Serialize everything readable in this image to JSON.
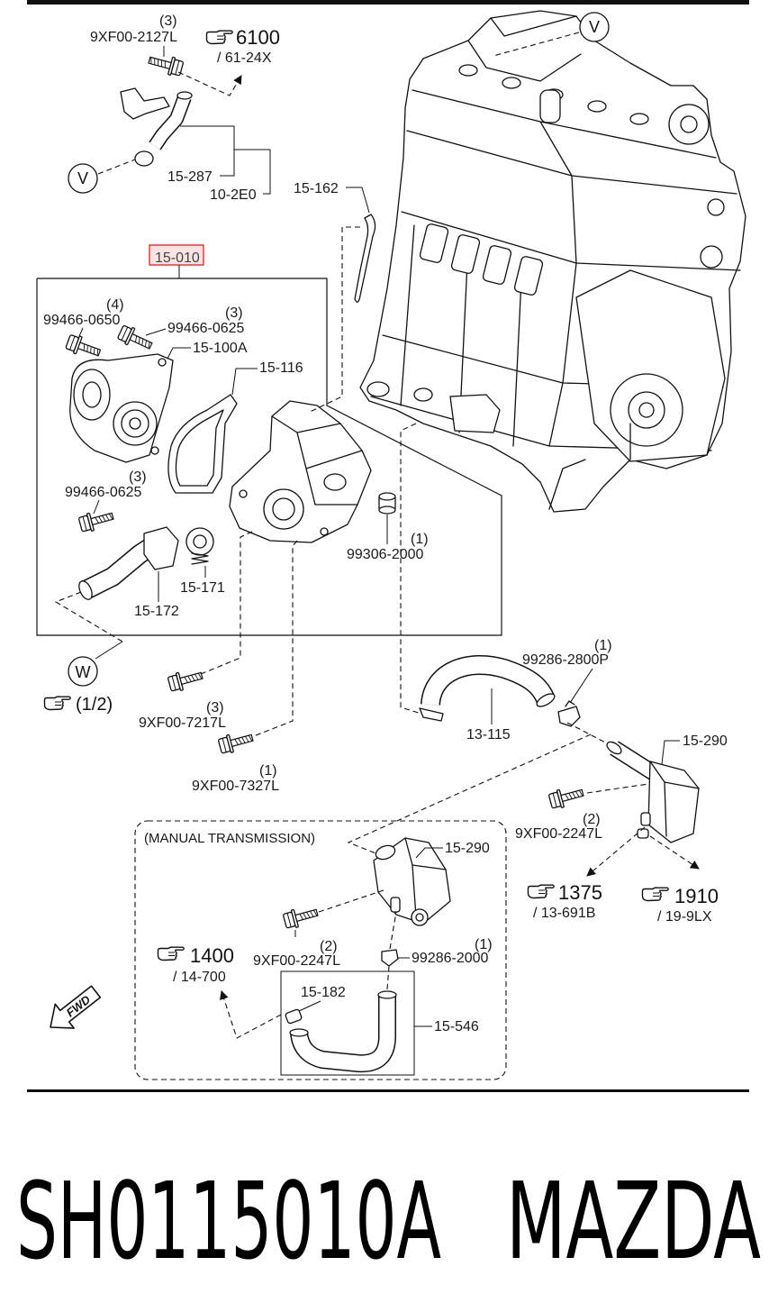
{
  "diagram": {
    "callouts": {
      "bolt_2127": {
        "qty": "(3)",
        "part": "9XF00-2127L"
      },
      "bolt_0650": {
        "qty": "(4)",
        "part": "99466-0650"
      },
      "bolt_0625_a": {
        "qty": "(3)",
        "part": "99466-0625"
      },
      "bolt_0625_b": {
        "qty": "(3)",
        "part": "99466-0625"
      },
      "seal_99306": {
        "qty": "(1)",
        "part": "99306-2000"
      },
      "bolt_7217": {
        "qty": "(3)",
        "part": "9XF00-7217L"
      },
      "bolt_7327": {
        "qty": "(1)",
        "part": "9XF00-7327L"
      },
      "clamp_2800p": {
        "qty": "(1)",
        "part": "99286-2800P"
      },
      "bolt_2247_a": {
        "qty": "(2)",
        "part": "9XF00-2247L"
      },
      "bolt_2247_b": {
        "qty": "(2)",
        "part": "9XF00-2247L"
      },
      "clamp_2000": {
        "qty": "(1)",
        "part": "99286-2000"
      }
    },
    "parts": {
      "p15_287": "15-287",
      "p10_2e0": "10-2E0",
      "p15_162": "15-162",
      "p15_010": "15-010",
      "p15_100a": "15-100A",
      "p15_116": "15-116",
      "p15_171": "15-171",
      "p15_172": "15-172",
      "p13_115": "13-115",
      "p15_290_a": "15-290",
      "p15_290_b": "15-290",
      "p15_182": "15-182",
      "p15_546": "15-546"
    },
    "references": {
      "r6100": {
        "num": "6100",
        "sub": "/ 61-24X"
      },
      "r1375": {
        "num": "1375",
        "sub": "/ 13-691B"
      },
      "r1910": {
        "num": "1910",
        "sub": "/ 19-9LX"
      },
      "r1400": {
        "num": "1400",
        "sub": "/ 14-700"
      },
      "half": {
        "num": "(1/2)"
      }
    },
    "markers": {
      "v_top": "V",
      "v_left": "V",
      "w": "W"
    },
    "manual_transmission_label": "(MANUAL TRANSMISSION)",
    "fwd_label": "FWD",
    "icons": [
      "pointing-hand-icon",
      "fwd-arrow-icon"
    ],
    "colors": {
      "highlight_stroke": "#e23b3b",
      "highlight_fill": "#fde3e3",
      "line": "#111111"
    }
  },
  "footer": {
    "part_number": "SH0115010A",
    "brand": "MAZDA"
  }
}
